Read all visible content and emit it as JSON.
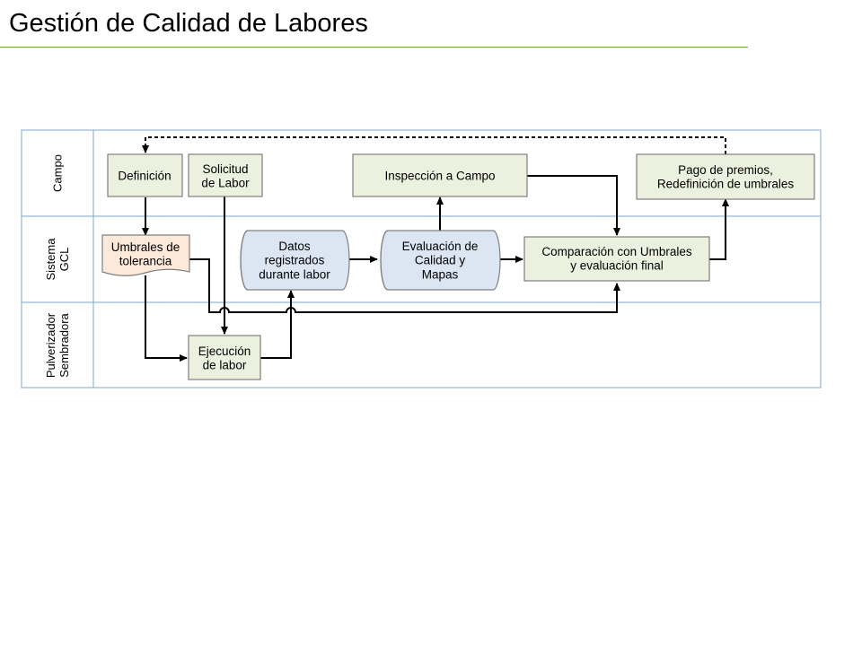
{
  "title": "Gestión de Calidad de Labores",
  "lanes": [
    {
      "id": "campo",
      "label_lines": [
        "Campo"
      ]
    },
    {
      "id": "sistema",
      "label_lines": [
        "Sistema",
        "GCL"
      ]
    },
    {
      "id": "pulverizador",
      "label_lines": [
        "Pulverizador",
        "Sembradora"
      ]
    }
  ],
  "nodes": [
    {
      "id": "definicion",
      "label_lines": [
        "Definición"
      ]
    },
    {
      "id": "solicitud",
      "label_lines": [
        "Solicitud",
        "de Labor"
      ]
    },
    {
      "id": "inspeccion",
      "label_lines": [
        "Inspección a Campo"
      ]
    },
    {
      "id": "pago",
      "label_lines": [
        "Pago de premios,",
        "Redefinición de umbrales"
      ]
    },
    {
      "id": "umbrales",
      "label_lines": [
        "Umbrales de",
        "tolerancia"
      ]
    },
    {
      "id": "datos",
      "label_lines": [
        "Datos",
        "registrados",
        "durante labor"
      ]
    },
    {
      "id": "evaluacion",
      "label_lines": [
        "Evaluación de",
        "Calidad y",
        "Mapas"
      ]
    },
    {
      "id": "comparacion",
      "label_lines": [
        "Comparación con Umbrales",
        "y evaluación final"
      ]
    },
    {
      "id": "ejecucion",
      "label_lines": [
        "Ejecución",
        "de labor"
      ]
    }
  ],
  "colors": {
    "process_fill": "#ebf1de",
    "document_fill": "#fde9d9",
    "storage_fill": "#dce6f2",
    "lane_border": "#95b3d7",
    "title_rule": "#6aa84f"
  }
}
